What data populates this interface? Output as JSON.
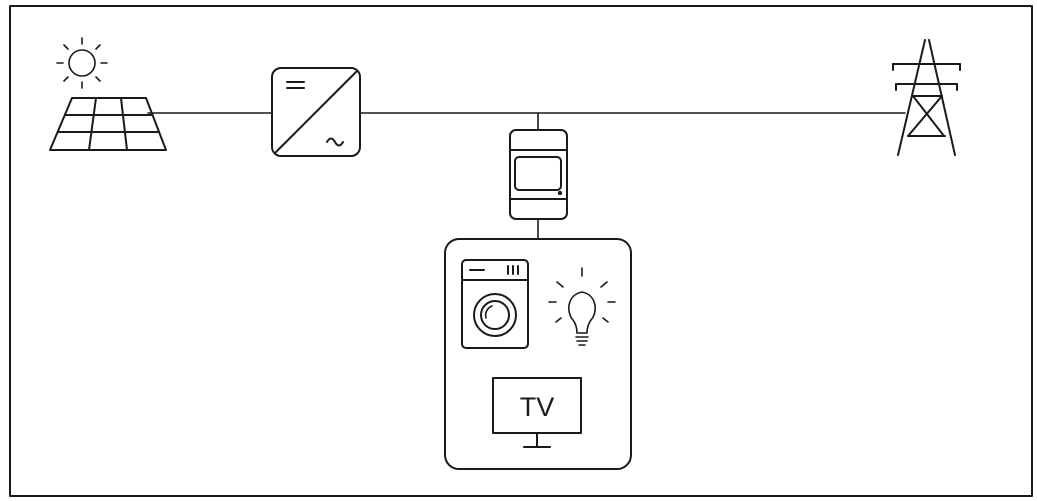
{
  "diagram": {
    "nodes": [
      {
        "id": "solar-panel",
        "icon": "solar-panel-icon"
      },
      {
        "id": "sun",
        "icon": "sun-icon"
      },
      {
        "id": "inverter",
        "icon": "inverter-dc-ac-icon"
      },
      {
        "id": "meter",
        "icon": "energy-meter-icon"
      },
      {
        "id": "grid",
        "icon": "power-pylon-icon"
      },
      {
        "id": "consumers",
        "icon": "household-loads-icon"
      },
      {
        "id": "washing-machine",
        "icon": "washing-machine-icon"
      },
      {
        "id": "light-bulb",
        "icon": "light-bulb-icon"
      },
      {
        "id": "television",
        "icon": "tv-icon"
      }
    ],
    "connections": [
      {
        "from": "solar-panel",
        "to": "inverter"
      },
      {
        "from": "inverter",
        "to": "grid"
      },
      {
        "from": "meter",
        "to": "consumers"
      }
    ],
    "tv_label": "TV",
    "stroke_color": "#1a1a1a",
    "background": "#ffffff"
  }
}
